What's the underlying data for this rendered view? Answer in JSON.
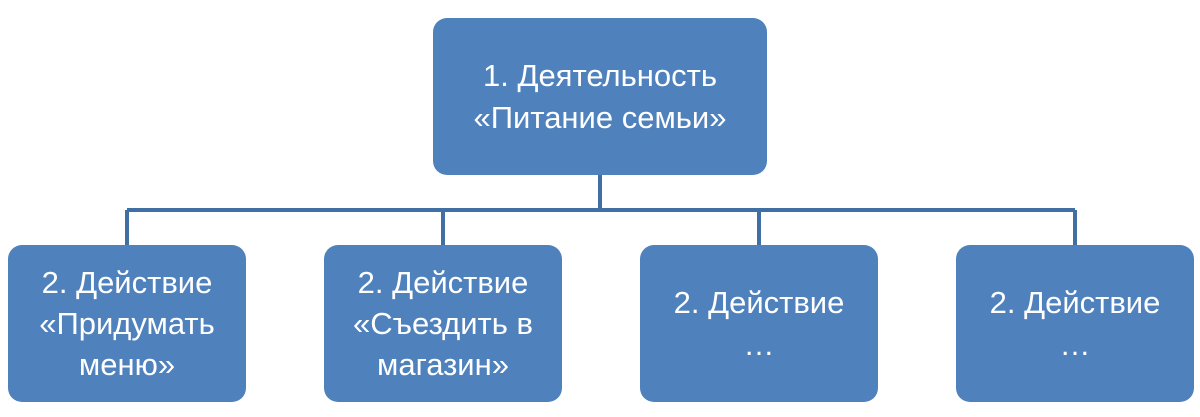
{
  "diagram": {
    "root": {
      "lines": [
        "1. Деятельность",
        "«Питание семьи»"
      ]
    },
    "children": [
      {
        "lines": [
          "2. Действие",
          "«Придумать",
          "меню»"
        ]
      },
      {
        "lines": [
          "2. Действие",
          "«Съездить в",
          "магазин»"
        ]
      },
      {
        "lines": [
          "2. Действие",
          "…"
        ]
      },
      {
        "lines": [
          "2. Действие",
          "…"
        ]
      }
    ]
  },
  "colors": {
    "node_fill": "#4f81bd",
    "connector": "#3f6fa3",
    "text": "#ffffff"
  }
}
